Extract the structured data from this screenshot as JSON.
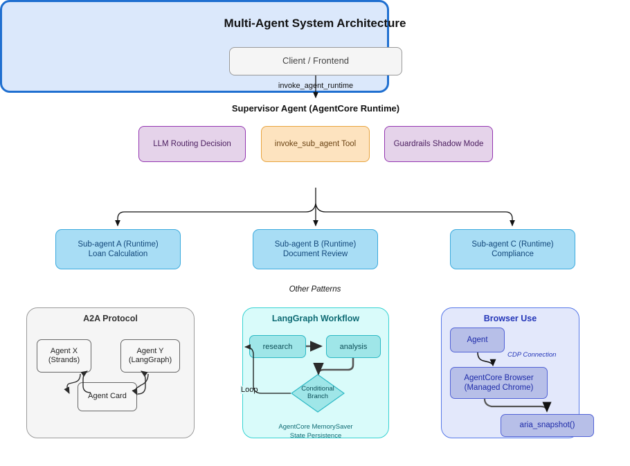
{
  "title": "Multi-Agent System Architecture",
  "top_flow": {
    "client_label": "Client / Frontend",
    "invoke_label": "invoke_agent_runtime",
    "supervisor_title": "Supervisor Agent (AgentCore Runtime)",
    "supervisor_components": [
      {
        "label": "LLM Routing Decision"
      },
      {
        "label": "invoke_sub_agent Tool"
      },
      {
        "label": "Guardrails Shadow Mode"
      }
    ]
  },
  "sub_agents": [
    {
      "line1": "Sub-agent A (Runtime)",
      "line2": "Loan Calculation"
    },
    {
      "line1": "Sub-agent B (Runtime)",
      "line2": "Document Review"
    },
    {
      "line1": "Sub-agent C (Runtime)",
      "line2": "Compliance"
    }
  ],
  "other_patterns_label": "Other Patterns",
  "panels": {
    "a2a": {
      "title": "A2A Protocol",
      "agent_x_line1": "Agent X",
      "agent_x_line2": "(Strands)",
      "agent_y_line1": "Agent Y",
      "agent_y_line2": "(LangGraph)",
      "agent_card": "Agent Card"
    },
    "langgraph": {
      "title": "LangGraph Workflow",
      "research": "research",
      "analysis": "analysis",
      "branch_line1": "Conditional",
      "branch_line2": "Branch",
      "loop_label": "Loop",
      "footer_line1": "AgentCore MemorySaver",
      "footer_line2": "State Persistence"
    },
    "browser": {
      "title": "Browser Use",
      "agent": "Agent",
      "browser_line1": "AgentCore Browser",
      "browser_line2": "(Managed Chrome)",
      "aria": "aria_snapshot()",
      "cdp_label": "CDP Connection"
    }
  },
  "colors": {
    "supervisor_border": "#1f6fd0",
    "supervisor_fill": "#dbe8fb",
    "subagent_fill": "#a8ddf5",
    "tool_fill": "#fde3bf",
    "llm_fill": "#e5d3ea",
    "langgraph_fill": "#d9fbfa",
    "browser_fill": "#e3e8fb",
    "a2a_fill": "#f5f5f5"
  }
}
